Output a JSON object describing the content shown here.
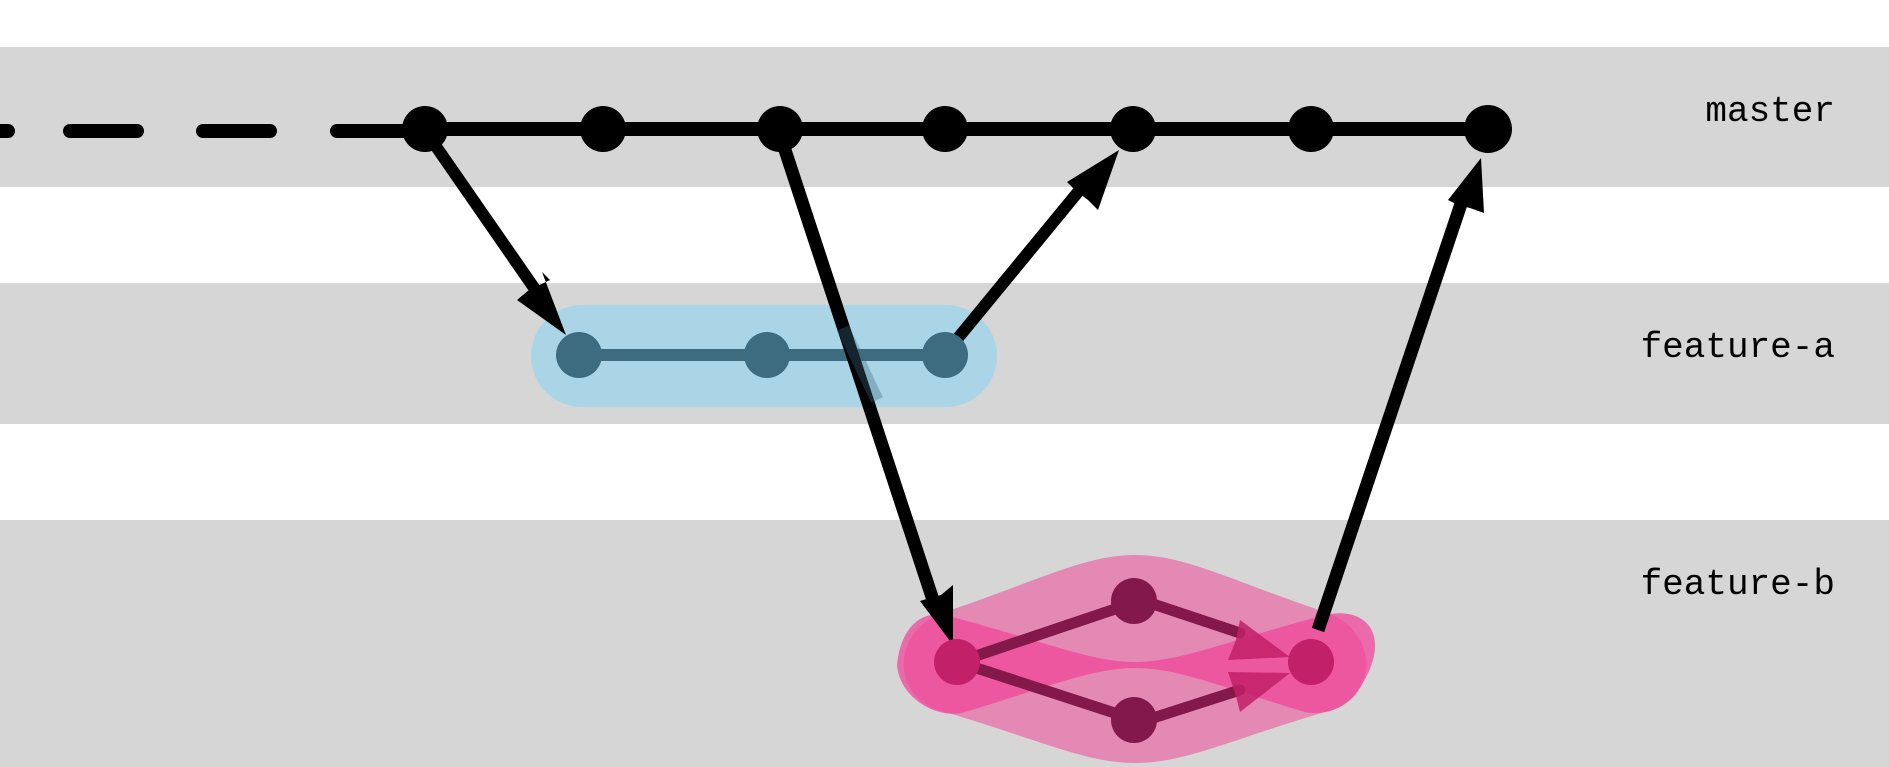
{
  "lanes": [
    {
      "id": "master",
      "label": "master"
    },
    {
      "id": "feature-a",
      "label": "feature-a"
    },
    {
      "id": "feature-b",
      "label": "feature-b"
    }
  ],
  "colors": {
    "lane_band": "#d6d6d6",
    "master_commit": "#000000",
    "feature_a_commit": "#3d6b80",
    "feature_a_highlight": "#a9d5e7",
    "feature_b_commit": "#c22068",
    "feature_b_commit_dark": "#83184a",
    "feature_b_highlight": "#f0479a",
    "feature_b_highlight_soft": "#e57fb0",
    "arrow": "#000000"
  }
}
